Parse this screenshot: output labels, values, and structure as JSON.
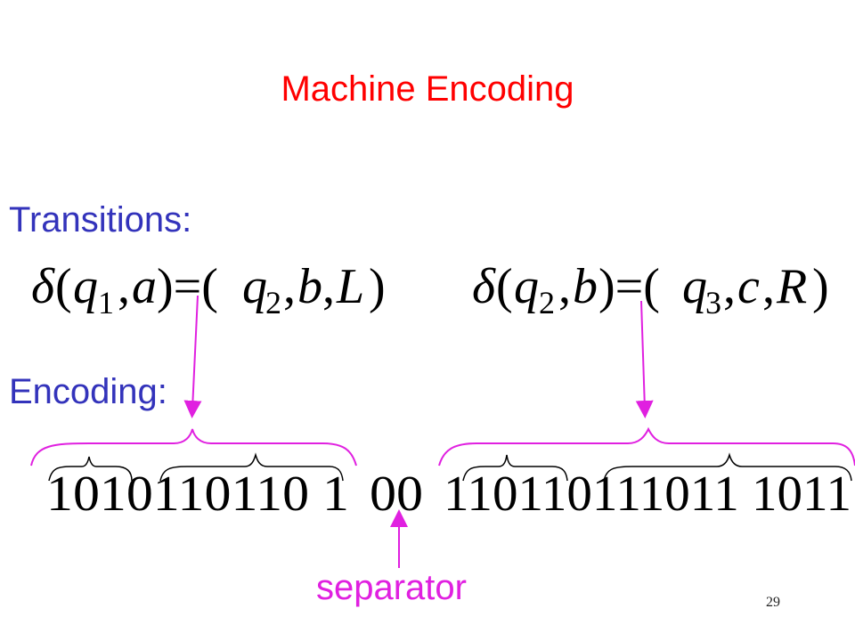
{
  "title": "Machine Encoding",
  "transitions_label": "Transitions:",
  "encoding_label": "Encoding:",
  "separator_label": "separator",
  "page_number": "29",
  "transition_1": {
    "delta": "δ",
    "open": "(",
    "q": "q",
    "q_sub": "1",
    "comma1": ",",
    "arg": "a",
    "close_eq": ")=(",
    "q2": "q",
    "q2_sub": "2",
    "comma2": ",",
    "write": "b",
    "comma3": ",",
    "move": "L",
    "close": ")"
  },
  "transition_2": {
    "delta": "δ",
    "open": "(",
    "q": "q",
    "q_sub": "2",
    "comma1": ",",
    "arg": "b",
    "close_eq": ")=(",
    "q2": "q",
    "q2_sub": "3",
    "comma2": ",",
    "write": "c",
    "comma3": ",",
    "move": "R",
    "close": ")"
  },
  "encoding_groups": {
    "first": "1010110110 1",
    "separator": "00",
    "second": "110110111011 1011"
  },
  "colors": {
    "title": "#ff0000",
    "label": "#3333bb",
    "accent": "#e020e0"
  }
}
